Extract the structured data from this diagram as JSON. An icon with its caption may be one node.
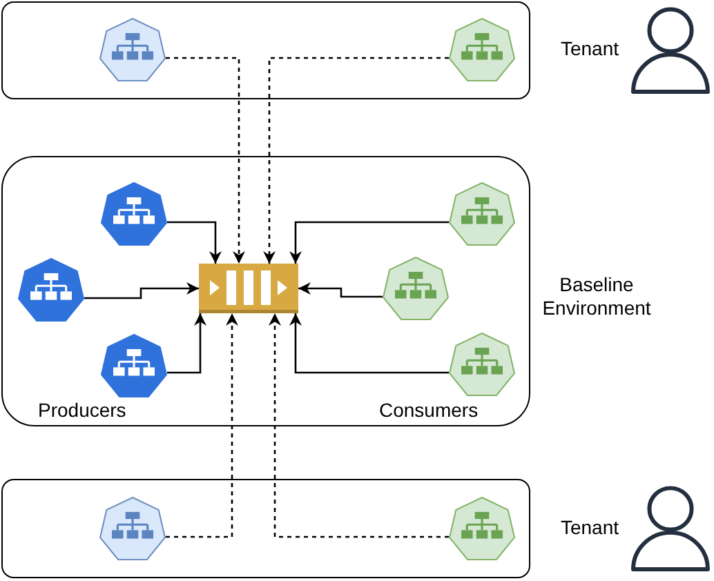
{
  "diagram": {
    "nodes": [
      {
        "text": [],
        "shape": "box",
        "beside": [
          "Tenant"
        ]
      },
      {
        "text": [],
        "shape": "heptagon",
        "in": 0
      },
      {
        "text": [],
        "shape": "heptagon",
        "in": 0
      },
      {
        "text": [
          "Producers",
          "Consumers"
        ],
        "beside": [
          "Baseline Environment"
        ]
      },
      {
        "text": [],
        "shape": "heptagon",
        "in": 3
      },
      {
        "text": [],
        "shape": "heptagon",
        "in": 3
      },
      {
        "text": [],
        "shape": "heptagon",
        "in": 3
      },
      {
        "text": [],
        "shape": "queue",
        "in": 3
      },
      {
        "text": [],
        "shape": "heptagon",
        "in": 3
      },
      {
        "text": [],
        "shape": "heptagon",
        "in": 3
      },
      {
        "text": [],
        "shape": "heptagon",
        "in": 3
      },
      {
        "text": [],
        "shape": "box",
        "beside": [
          "Tenant"
        ]
      },
      {
        "text": [],
        "shape": "heptagon",
        "in": 11
      },
      {
        "text": [],
        "shape": "heptagon",
        "in": 11
      }
    ],
    "edges": [
      {
        "from": 1,
        "to": 7,
        "arrow": "to",
        "style": "dashed"
      },
      {
        "from": 2,
        "to": 7,
        "arrow": "to",
        "style": "dashed"
      },
      {
        "from": 4,
        "to": 7,
        "arrow": "to"
      },
      {
        "from": 5,
        "to": 7,
        "arrow": "to"
      },
      {
        "from": 6,
        "to": 7,
        "arrow": "to"
      },
      {
        "from": 8,
        "to": 7,
        "arrow": "to"
      },
      {
        "from": 9,
        "to": 7,
        "arrow": "to"
      },
      {
        "from": 10,
        "to": 7,
        "arrow": "to"
      },
      {
        "from": 12,
        "to": 7,
        "arrow": "to",
        "style": "dashed"
      },
      {
        "from": 13,
        "to": 7,
        "arrow": "to",
        "style": "dashed"
      }
    ]
  }
}
